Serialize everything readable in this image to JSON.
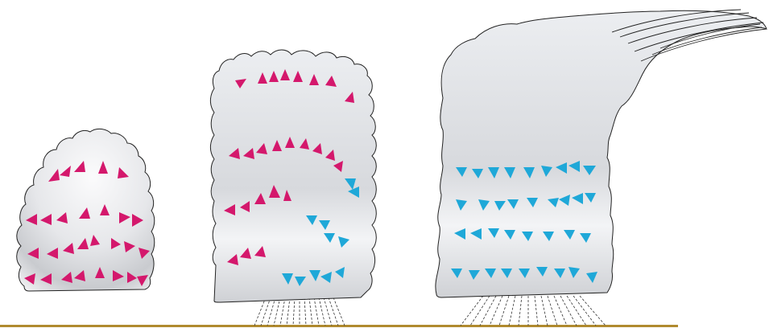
{
  "figure": {
    "type": "thunderstorm-life-cycle-diagram",
    "stages": [
      {
        "name": "developing-cumulus",
        "motion": "updraft",
        "arrow_color": "#d4186c"
      },
      {
        "name": "mature-storm",
        "motion": "updraft-and-downdraft",
        "arrow_colors": [
          "#d4186c",
          "#1fa8d8"
        ],
        "has_precipitation": true
      },
      {
        "name": "dissipating-storm",
        "motion": "downdraft",
        "arrow_color": "#1fa8d8",
        "has_anvil": true,
        "has_precipitation": true
      }
    ],
    "colors": {
      "updraft": "#d4186c",
      "downdraft": "#1fa8d8",
      "ground": "#b08a2e",
      "cloud_outline": "#222222"
    }
  }
}
